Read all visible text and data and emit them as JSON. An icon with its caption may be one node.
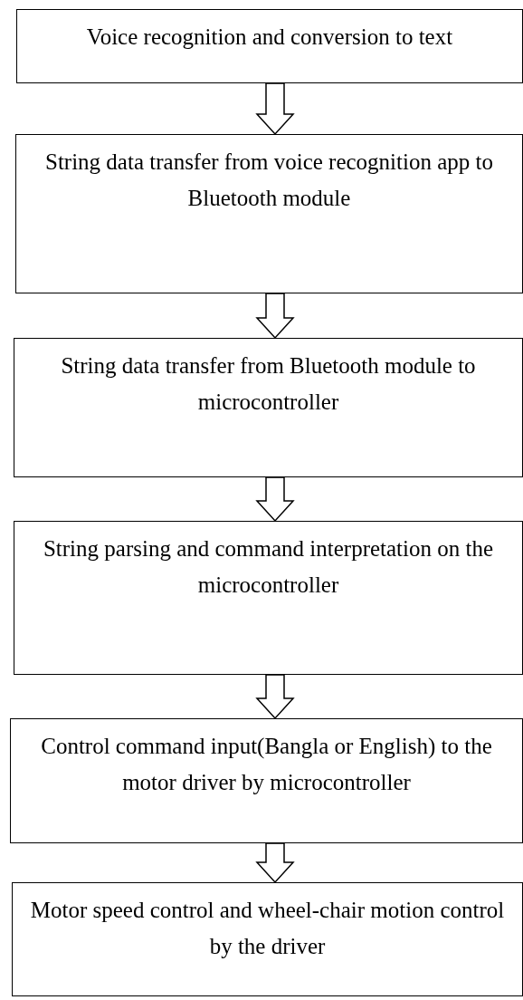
{
  "diagram": {
    "nodes": [
      {
        "text": [
          "Voice recognition and conversion to text"
        ]
      },
      {
        "text": [
          "String data transfer from voice recognition app to Bluetooth module"
        ]
      },
      {
        "text": [
          "String data transfer from Bluetooth module to microcontroller"
        ]
      },
      {
        "text": [
          "String parsing and command interpretation on the microcontroller"
        ]
      },
      {
        "text": [
          "Control command input(Bangla or English) to the motor driver by microcontroller"
        ]
      },
      {
        "text": [
          "Motor speed control and wheel-chair motion control by the driver"
        ]
      }
    ],
    "edges": [
      {
        "from": 0,
        "to": 1,
        "arrow": "to"
      },
      {
        "from": 1,
        "to": 2,
        "arrow": "to"
      },
      {
        "from": 2,
        "to": 3,
        "arrow": "to"
      },
      {
        "from": 3,
        "to": 4,
        "arrow": "to"
      },
      {
        "from": 4,
        "to": 5,
        "arrow": "to"
      }
    ]
  }
}
